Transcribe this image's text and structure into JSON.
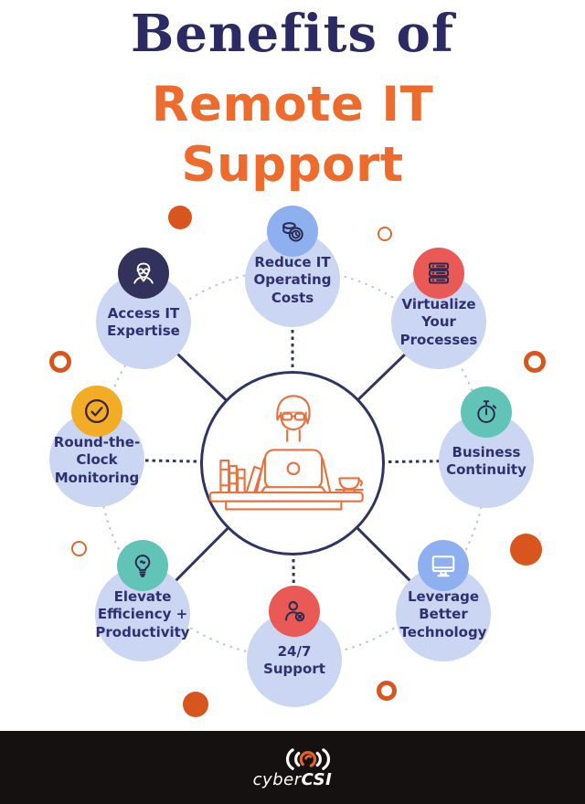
{
  "title": {
    "main": "Benefits of",
    "accent": "Remote IT\nSupport"
  },
  "colors": {
    "title_navy": "#2B2A63",
    "title_orange": "#ED6B2D",
    "bubble_fill": "#CBD6F3",
    "bubble_text": "#2E3070",
    "icon_blue": "#8FB0EE",
    "icon_red": "#E95A57",
    "icon_teal": "#62C3B7",
    "icon_yellow": "#F3AC26",
    "icon_navy": "#32325C",
    "spoke_navy": "#2F3560",
    "orbit_dash": "#B7C3E6",
    "decor_orange": "#D8551E",
    "illustration_orange": "#E8723F",
    "footer_bg": "#141110"
  },
  "benefits": [
    {
      "label": "Reduce IT\nOperating\nCosts",
      "icon": "coins-icon",
      "icon_bg": "#8FB0EE"
    },
    {
      "label": "Virtualize\nYour\nProcesses",
      "icon": "server-icon",
      "icon_bg": "#E95A57"
    },
    {
      "label": "Business\nContinuity",
      "icon": "stopwatch-icon",
      "icon_bg": "#62C3B7"
    },
    {
      "label": "Leverage\nBetter\nTechnology",
      "icon": "monitor-icon",
      "icon_bg": "#8FB0EE"
    },
    {
      "label": "24/7\nSupport",
      "icon": "support-agent-icon",
      "icon_bg": "#E95A57"
    },
    {
      "label": "Elevate\nEfficiency +\nProductivity",
      "icon": "lightbulb-icon",
      "icon_bg": "#62C3B7"
    },
    {
      "label": "Round-the-\nClock\nMonitoring",
      "icon": "check-circle-icon",
      "icon_bg": "#F3AC26"
    },
    {
      "label": "Access IT\nExpertise",
      "icon": "it-expert-icon",
      "icon_bg": "#32325C"
    }
  ],
  "center": {
    "illustration": "man-working-at-desk-with-laptop-books-and-coffee"
  },
  "footer": {
    "brand_light": "cyber",
    "brand_bold": "CSI"
  }
}
